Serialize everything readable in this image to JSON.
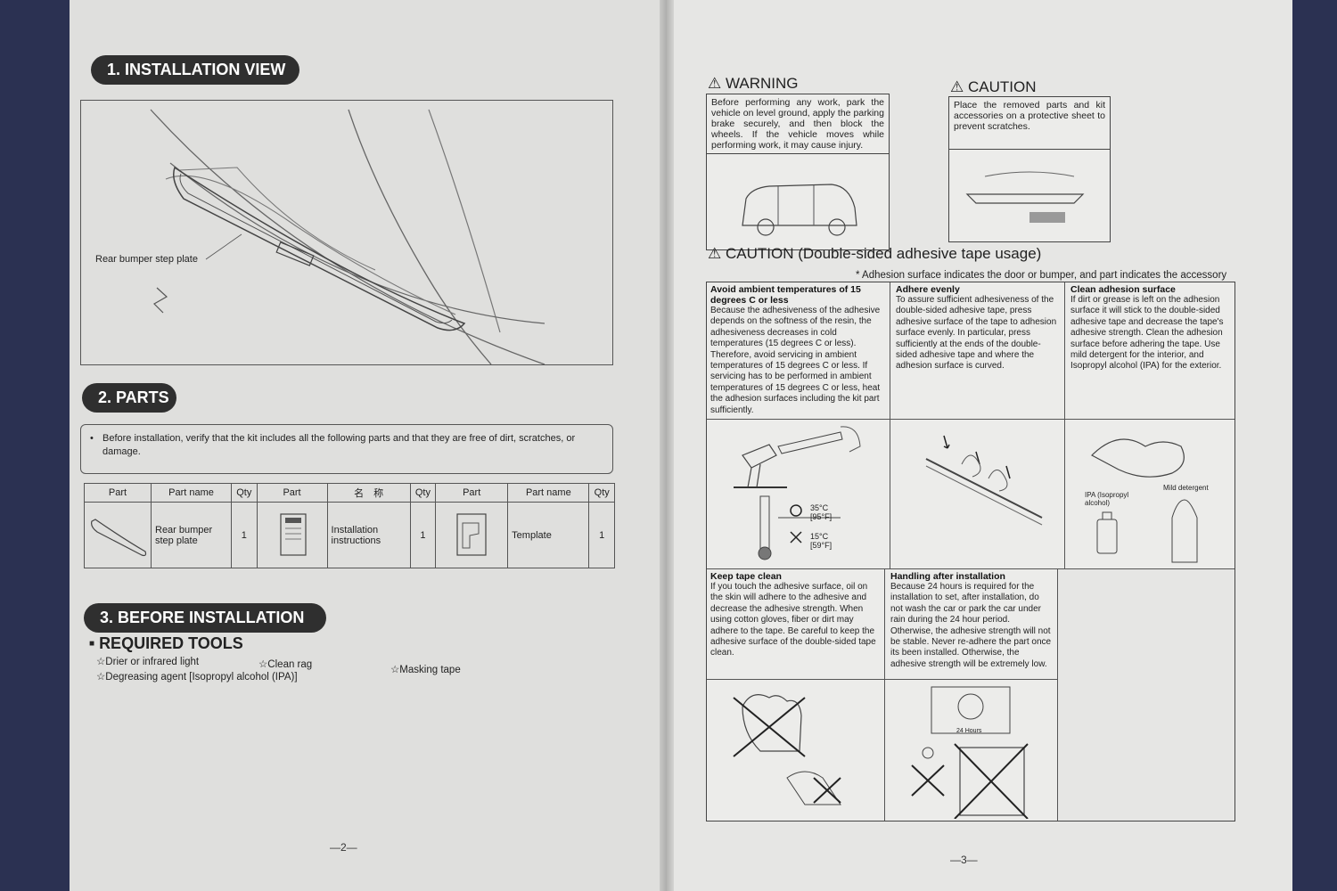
{
  "left_page": {
    "section1_title": "1. INSTALLATION VIEW",
    "install_label": "Rear bumper step plate",
    "section2_title": "2. PARTS",
    "parts_note": "Before installation, verify that the kit includes all the following parts and that they are free of dirt, scratches, or damage.",
    "table": {
      "headers": [
        "Part",
        "Part name",
        "Qty",
        "Part",
        "名　称",
        "Qty",
        "Part",
        "Part name",
        "Qty"
      ],
      "row": [
        "Rear bumper step plate",
        "1",
        "Installation instructions",
        "1",
        "Template",
        "1"
      ]
    },
    "section3_title": "3. BEFORE INSTALLATION",
    "tools_title": "REQUIRED TOOLS",
    "tools": [
      "☆Drier or infrared light",
      "☆Clean rag",
      "☆Masking tape",
      "☆Degreasing agent [Isopropyl alcohol (IPA)]"
    ],
    "page_number": "—2—"
  },
  "right_page": {
    "warning_title": "WARNING",
    "warning_text": "Before performing any work, park the vehicle on level ground, apply the parking brake securely, and then block the wheels. If the vehicle moves while performing work, it may cause injury.",
    "caution_title": "CAUTION",
    "caution_text": "Place the removed parts and kit accessories on a protective sheet to prevent scratches.",
    "adhesive_title": "CAUTION (Double-sided adhesive tape usage)",
    "adhesive_note": "* Adhesion surface indicates the door or bumper, and part indicates the accessory",
    "cells": [
      {
        "title": "Avoid ambient temperatures of 15 degrees C or less",
        "body": "Because the adhesiveness of the adhesive depends on the softness of the resin, the adhesiveness decreases in cold temperatures (15 degrees C or less). Therefore, avoid servicing in ambient temperatures of 15 degrees C or less. If servicing has to be performed in ambient temperatures of 15 degrees C or less, heat the adhesion surfaces including the kit part sufficiently."
      },
      {
        "title": "Adhere evenly",
        "body": "To assure sufficient adhesiveness of the double-sided adhesive tape, press adhesive surface of the tape to adhesion surface evenly. In particular, press sufficiently at the ends of the double-sided adhesive tape and where the adhesion surface is curved."
      },
      {
        "title": "Clean adhesion surface",
        "body": "If dirt or grease is left on the adhesion surface it will stick to the double-sided adhesive tape and decrease the tape's adhesive strength. Clean the adhesion surface before adhering the tape. Use mild detergent for the interior, and Isopropyl alcohol (IPA) for the exterior."
      },
      {
        "title": "Keep tape clean",
        "body": "If you touch the adhesive surface, oil on the skin will adhere to the adhesive and decrease the adhesive strength. When using cotton gloves, fiber or dirt may adhere to the tape. Be careful to keep the adhesive surface of the double-sided tape clean."
      },
      {
        "title": "Handling after installation",
        "body": "Because 24 hours is required for the installation to set, after installation, do not wash the car or park the car under rain during the 24 hour period. Otherwise, the adhesive strength will not be stable. Never re-adhere the part once its been installed. Otherwise, the adhesive strength will be extremely low."
      }
    ],
    "temp_ok": "35°C [95°F]",
    "temp_ng": "15°C [59°F]",
    "ipa_label": "IPA (Isopropyl alcohol)",
    "detergent_label": "Mild detergent",
    "hours_label": "24 Hours",
    "page_number": "—3—"
  },
  "colors": {
    "background": "#2b3152",
    "paper": "#e4e4e2",
    "pill": "#2f2f2f"
  }
}
